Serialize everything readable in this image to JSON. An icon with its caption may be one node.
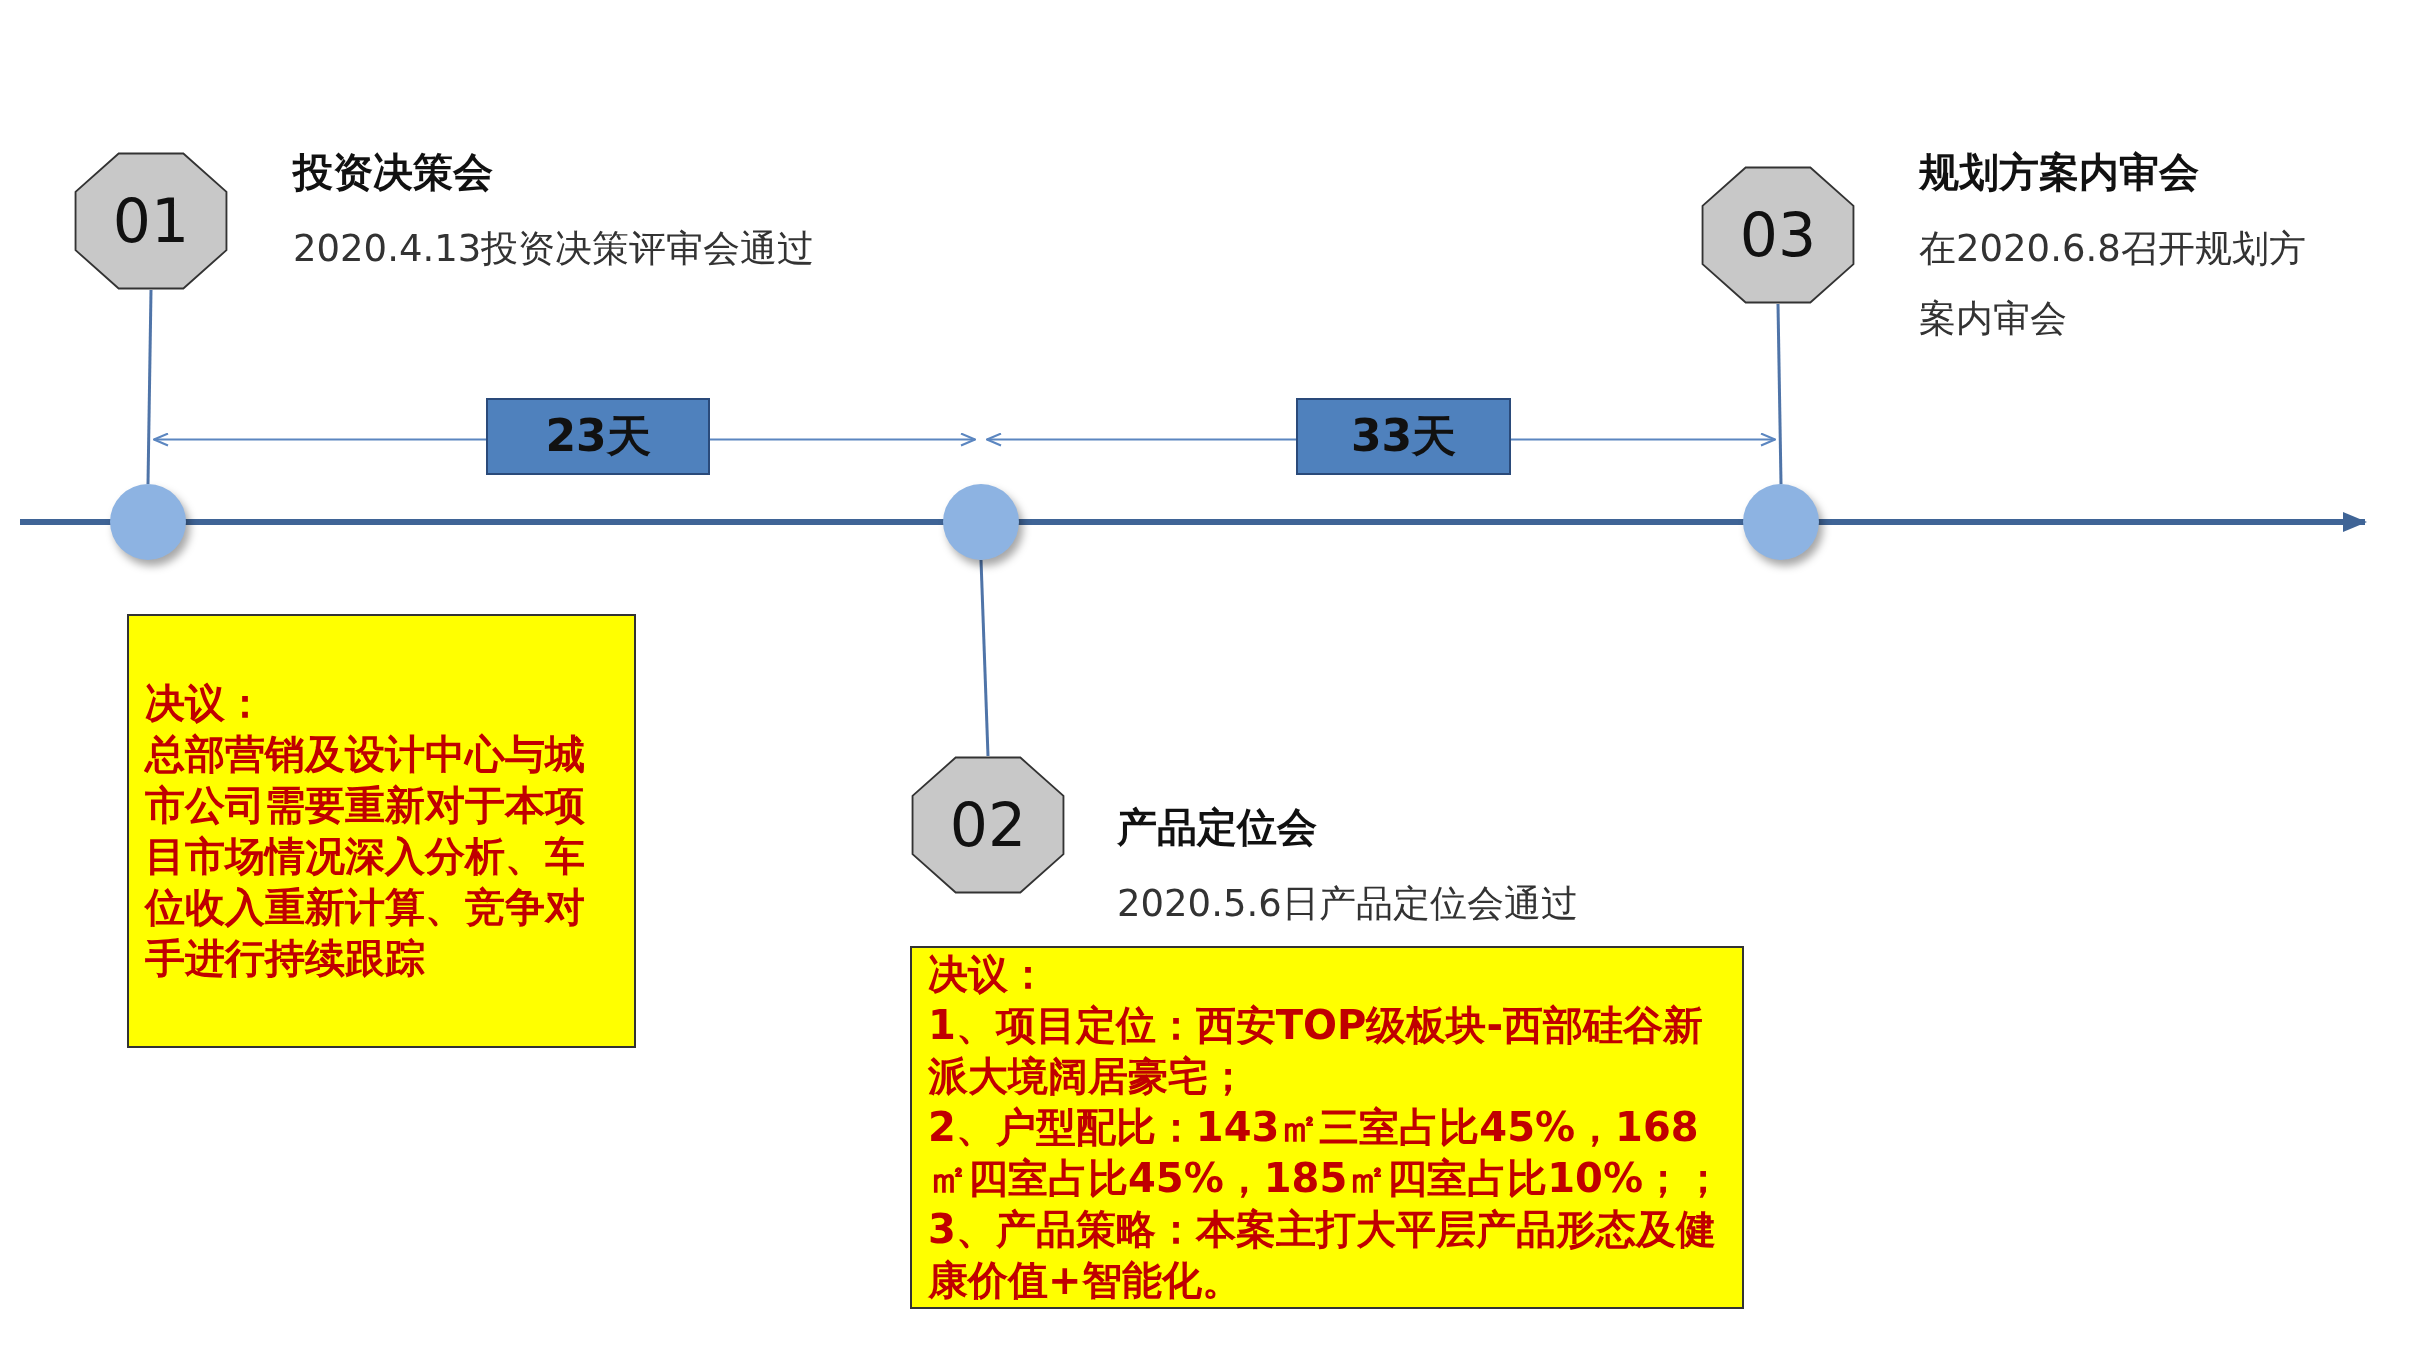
{
  "diagram": {
    "nodes": [
      {
        "text": [
          "01"
        ],
        "beside": [
          "投资决策会",
          "2020.4.13投资决策评审会通过"
        ]
      },
      {
        "text": [
          "03"
        ],
        "beside": [
          "规划方案内审会",
          "在2020.6.8召开规划方案内审会"
        ]
      },
      {
        "text": [
          "23天"
        ]
      },
      {
        "text": [
          "33天"
        ]
      },
      {
        "text": [],
        "shape": "circle"
      },
      {
        "text": [],
        "shape": "circle"
      },
      {
        "text": [],
        "shape": "circle"
      },
      {
        "text": [
          "决议：",
          "总部营销及设计中心与城市公司需要重新对于本项目市场情况深入分析、车位收入重新计算、竞争对手进行持续跟踪"
        ]
      },
      {
        "text": [
          "02"
        ],
        "beside": [
          "产品定位会",
          "2020.5.6日产品定位会通过"
        ]
      },
      {
        "text": [
          "决议：",
          "1、项目定位：西安TOP级板块-西部硅谷新派大境阔居豪宅；",
          "2、户型配比：143㎡三室占比45%，168㎡四室占比45%，185㎡四室占比10%；；",
          "3、产品策略：本案主打大平层产品形态及健康价值+智能化。"
        ]
      }
    ],
    "edges": [
      {
        "from": 0,
        "to": 4,
        "arrow": "none"
      },
      {
        "from": 5,
        "to": 8,
        "arrow": "none"
      },
      {
        "from": 1,
        "to": 6,
        "arrow": "none"
      },
      {
        "from": 2,
        "to": 4,
        "arrow": "to"
      },
      {
        "from": 2,
        "to": 5,
        "arrow": "to"
      },
      {
        "from": 3,
        "to": 5,
        "arrow": "to"
      },
      {
        "from": 3,
        "to": 6,
        "arrow": "to"
      }
    ]
  }
}
